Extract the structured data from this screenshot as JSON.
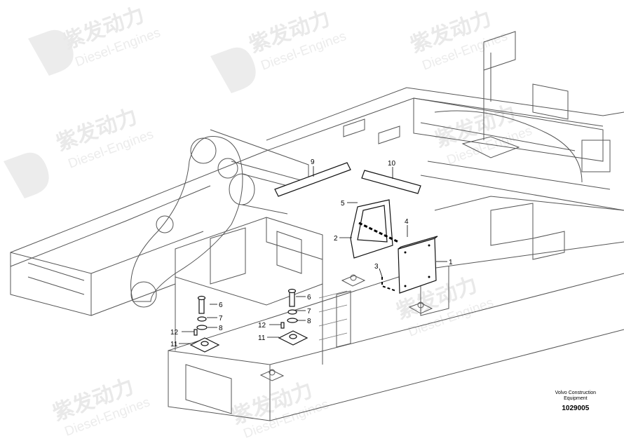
{
  "watermark": {
    "brand_cn": "紫发动力",
    "brand_en": "Diesel-Engines"
  },
  "callouts": [
    "1",
    "2",
    "3",
    "4",
    "5",
    "6",
    "7",
    "8",
    "9",
    "10",
    "11",
    "12"
  ],
  "caption": {
    "line1": "Volvo Construction",
    "line2": "Equipment",
    "drawing_id": "1029005"
  },
  "colors": {
    "line_art": "#555555",
    "watermark": "#e9e9e9",
    "text": "#000000"
  }
}
